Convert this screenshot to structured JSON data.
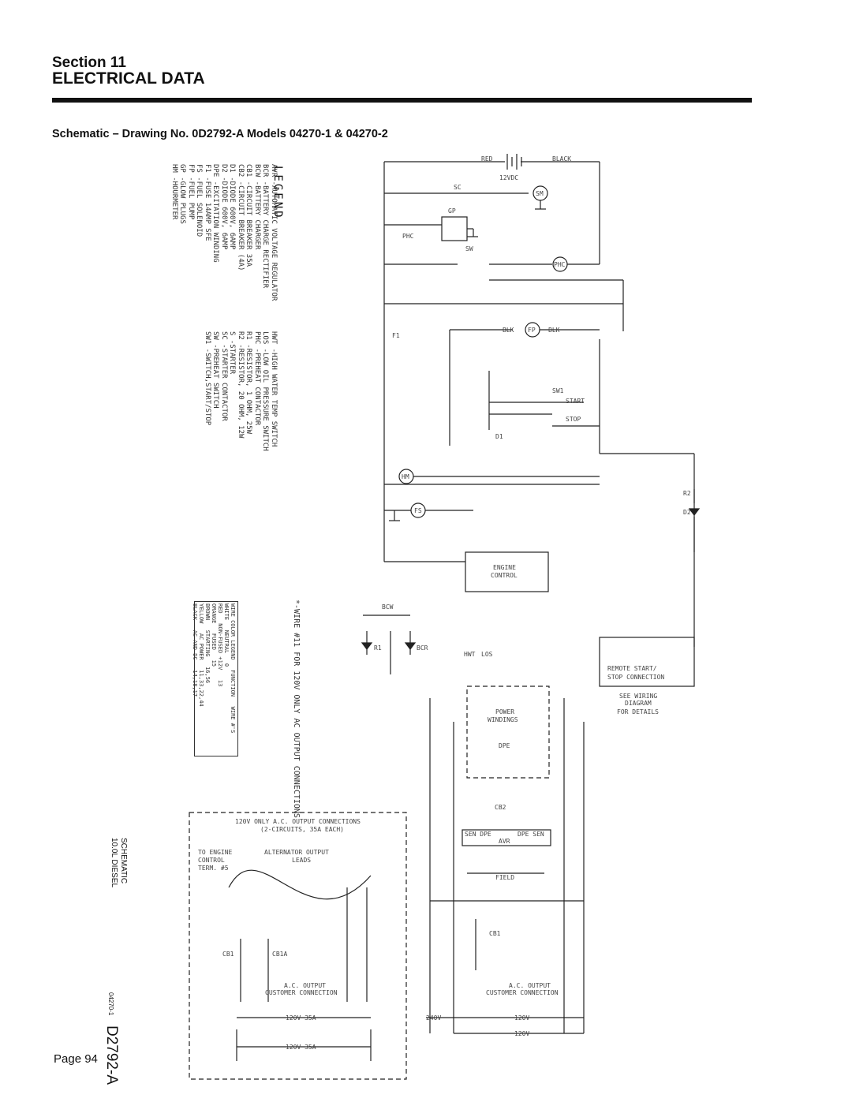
{
  "header": {
    "section": "Section 11",
    "title": "ELECTRICAL DATA"
  },
  "subtitle": "Schematic – Drawing No. 0D2792-A Models 04270-1 & 04270-2",
  "page_label": "Page 94",
  "legend": {
    "title": "LEGEND",
    "col1": [
      "AVR -AUTOMATIC VOLTAGE REGULATOR",
      "BCR -BATTERY CHARGE RECTIFIER",
      "BCW -BATTERY CHARGER",
      "CB1 -CIRCUIT BREAKER 35A",
      "CB2 -CIRCUIT BREAKER (4A)",
      "D1 -DIODE 600V, 6AMP",
      "D2 -DIODE 600V, 6AMP",
      "DPE -EXCITATION WINDING",
      "F1 -FUSE 14AMP SFE",
      "FS -FUEL SOLENOID",
      "FP -FUEL PUMP",
      "GP -GLOW PLUGS",
      "HM -HOURMETER"
    ],
    "col2": [
      "HWT -HIGH WATER TEMP SWITCH",
      "LOS -LOW OIL PRESSURE SWITCH",
      "PHC -PREHEAT CONTACTOR",
      "R1 -RESISTOR, 1 OHM, 25W",
      "R2 -RESISTOR, 20 OHM, 12W",
      "S -STARTER",
      "SC -STARTER CONTACTOR",
      "SW -PREHEAT SWITCH",
      "SW1 -SWITCH,START/STOP"
    ],
    "note": "*-WIRE #11 FOR 120V ONLY AC OUTPUT CONNECTIONS"
  },
  "color_table": {
    "headers": [
      "WIRE COLOR LEGEND",
      "FUNCTION",
      "WIRE #'S"
    ],
    "rows": [
      [
        "WHITE",
        "NEUTRAL",
        "0"
      ],
      [
        "RED",
        "NON-FUSED +12V",
        "13"
      ],
      [
        "ORANGE",
        "FUSED",
        "15"
      ],
      [
        "BROWN",
        "STARTING",
        "16,56"
      ],
      [
        "YELLOW",
        "AC POWER",
        "11,33,22,44"
      ],
      [
        "BLACK",
        "AC AND DC",
        "14,18,17"
      ]
    ]
  },
  "schematic_labels": {
    "battery": "12VDC",
    "red": "RED",
    "black": "BLACK",
    "sc": "SC",
    "sm": "SM",
    "gp": "GP",
    "phc": "PHC",
    "sw": "SW",
    "f1": "F1",
    "blk": "BLK",
    "fp": "FP",
    "sw1": "SW1",
    "start": "START",
    "stop": "STOP",
    "d1": "D1",
    "hm": "HM",
    "fs": "FS",
    "r2": "R2",
    "d2": "D2",
    "engine": "ENGINE",
    "control": "CONTROL",
    "bcw": "BCW",
    "r1": "R1",
    "bcr": "BCR",
    "los": "LOS",
    "hwt": "HWT",
    "remote": "REMOTE START/",
    "stop_conn": "STOP CONNECTION",
    "see_wiring": "SEE WIRING",
    "diagram": "DIAGRAM",
    "for_details": "FOR DETAILS",
    "power": "POWER",
    "windings": "WINDINGS",
    "dpe": "DPE",
    "cb2": "CB2",
    "sen_dpe": "SEN DPE",
    "dpe_sen": "DPE SEN",
    "avr": "AVR",
    "field": "FIELD",
    "cb1": "CB1",
    "ac_output": "A.C. OUTPUT",
    "customer_conn": "CUSTOMER CONNECTION",
    "v240": "240V",
    "v120": "120V",
    "v120_35a": "120V 35A",
    "box_title1": "120V ONLY A.C. OUTPUT CONNECTIONS",
    "box_title2": "(2-CIRCUITS, 35A EACH)",
    "to_engine": "TO ENGINE",
    "control_term": "CONTROL",
    "term5": "TERM. #5",
    "alt_leads1": "ALTERNATOR OUTPUT",
    "alt_leads2": "LEADS",
    "cb1a": "CB1A"
  },
  "footer": {
    "drawing": "D2792-A",
    "model": "04270-1",
    "schematic1": "SCHEMATIC",
    "schematic2": "10.0L DIESEL"
  }
}
